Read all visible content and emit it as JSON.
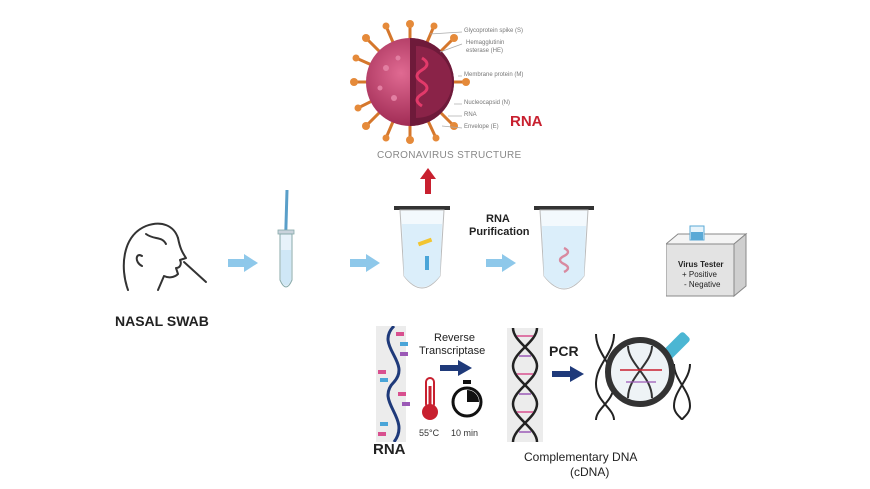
{
  "virus": {
    "labels": [
      "Glycoprotein spike (S)",
      "Hemagglutinin",
      "esterase (HE)",
      "Membrane protein (M)",
      "Nucleocapsid (N)",
      "RNA",
      "Envelope (E)"
    ],
    "rna_label": "RNA",
    "caption": "CORONAVIRUS STRUCTURE"
  },
  "steps": {
    "nasal_swab": "NASAL SWAB",
    "rna_purification_line1": "RNA",
    "rna_purification_line2": "Purification",
    "virus_tester": {
      "title": "Virus Tester",
      "positive": "+ Positive",
      "negative": "- Negative"
    }
  },
  "rt": {
    "line1": "Reverse",
    "line2": "Transcriptase",
    "temperature": "55°C",
    "time": "10 min",
    "rna_label": "RNA"
  },
  "pcr": {
    "label": "PCR",
    "cdna_line1": "Complementary DNA",
    "cdna_line2": "(cDNA)"
  },
  "colors": {
    "arrow_light": "#8ec8ea",
    "arrow_dark": "#1f3a7a",
    "red": "#c8202f",
    "virus": "#c0436f"
  }
}
